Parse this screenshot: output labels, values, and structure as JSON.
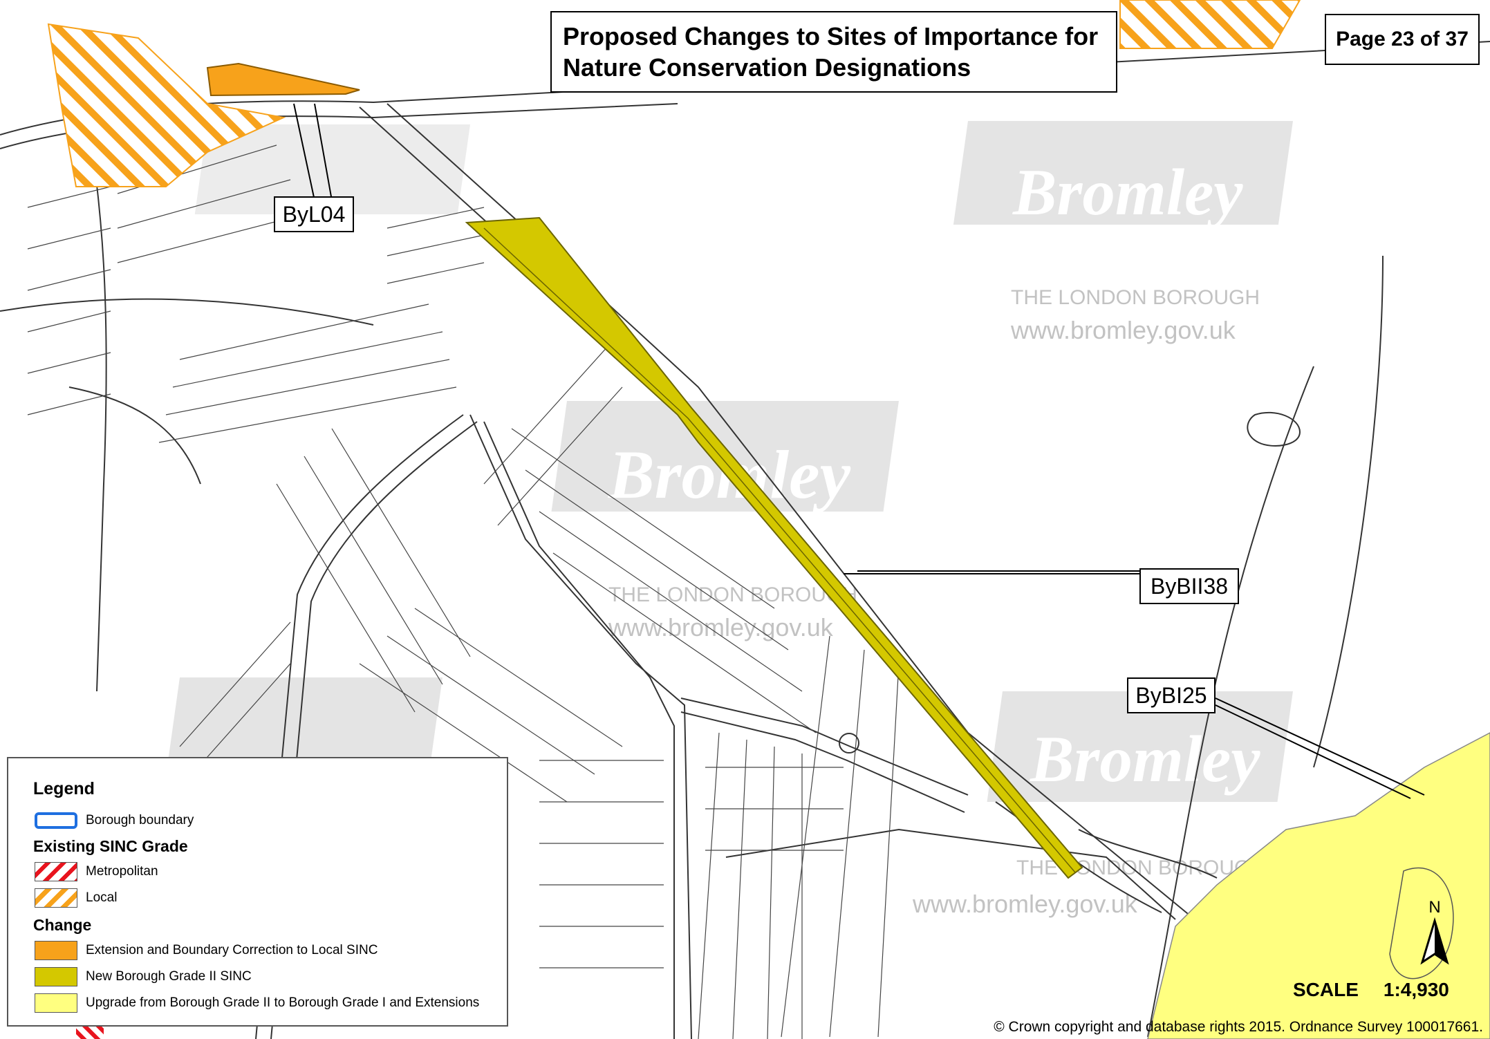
{
  "title": "Proposed Changes to Sites of Importance for Nature Conservation Designations",
  "page_label": "Page 23 of 37",
  "site_labels": [
    {
      "id": "byl04",
      "text": "ByL04"
    },
    {
      "id": "bybii38",
      "text": "ByBII38"
    },
    {
      "id": "bybi25",
      "text": "ByBI25"
    }
  ],
  "watermark": {
    "brand": "Bromley",
    "borough": "THE LONDON BOROUGH",
    "url": "www.bromley.gov.uk"
  },
  "legend": {
    "title": "Legend",
    "borough_boundary": "Borough boundary",
    "existing_heading": "Existing SINC Grade",
    "metropolitan": "Metropolitan",
    "local": "Local",
    "change_heading": "Change",
    "extension": "Extension and Boundary Correction to Local SINC",
    "new_grade_ii": "New Borough Grade II SINC",
    "upgrade": "Upgrade from Borough Grade II to Borough Grade I and Extensions"
  },
  "scale": {
    "label": "SCALE",
    "value": "1:4,930"
  },
  "north_label": "N",
  "copyright": "© Crown copyright and database rights 2015. Ordnance Survey 100017661.",
  "colors": {
    "orange_extension": "#f7a21b",
    "orange_hatch": "#f7a21b",
    "olive_grade_ii": "#d4c800",
    "yellow_upgrade": "#ffff80",
    "boundary_blue": "#1e6fe0",
    "metropolitan_red": "#e8141e",
    "watermark_grey": "#c8c8c8"
  }
}
